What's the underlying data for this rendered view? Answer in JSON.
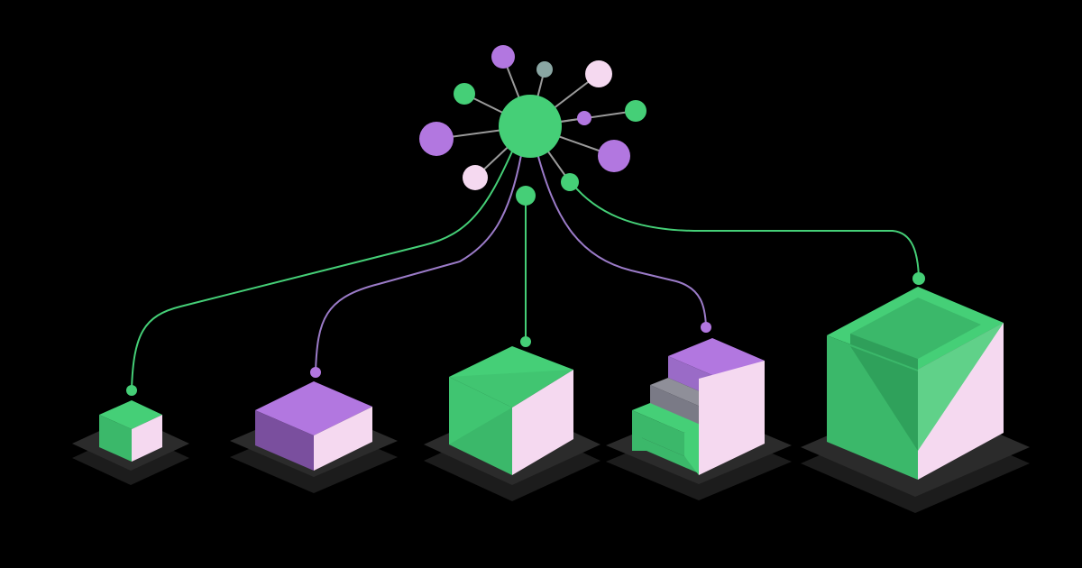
{
  "colors": {
    "background": "#000000",
    "green": "#45cf77",
    "green_dark": "#2f9f5a",
    "green_mid": "#3bb86a",
    "purple": "#b277e0",
    "purple_dark": "#7a4f9e",
    "pink_light": "#f5d9f0",
    "pink_mid": "#d9b4df",
    "gray_blue": "#8aa6a3",
    "line_green": "#45cf77",
    "line_purple": "#9b7bc8",
    "spoke_gray": "#9a9a9a",
    "platform_top": "#2b2b2b",
    "platform_bottom": "#1c1c1c"
  },
  "hub": {
    "color": "green"
  },
  "satellites": [
    {
      "color": "purple"
    },
    {
      "color": "gray_blue"
    },
    {
      "color": "pink_light"
    },
    {
      "color": "green"
    },
    {
      "color": "purple"
    },
    {
      "color": "green"
    },
    {
      "color": "purple"
    },
    {
      "color": "pink_light"
    },
    {
      "color": "green"
    },
    {
      "color": "purple"
    },
    {
      "color": "green"
    }
  ],
  "blocks": [
    {
      "style": "small-cube-green"
    },
    {
      "style": "slab-purple"
    },
    {
      "style": "cube-green-cut"
    },
    {
      "style": "stairs-green-purple"
    },
    {
      "style": "large-cube-green-recessed"
    }
  ]
}
